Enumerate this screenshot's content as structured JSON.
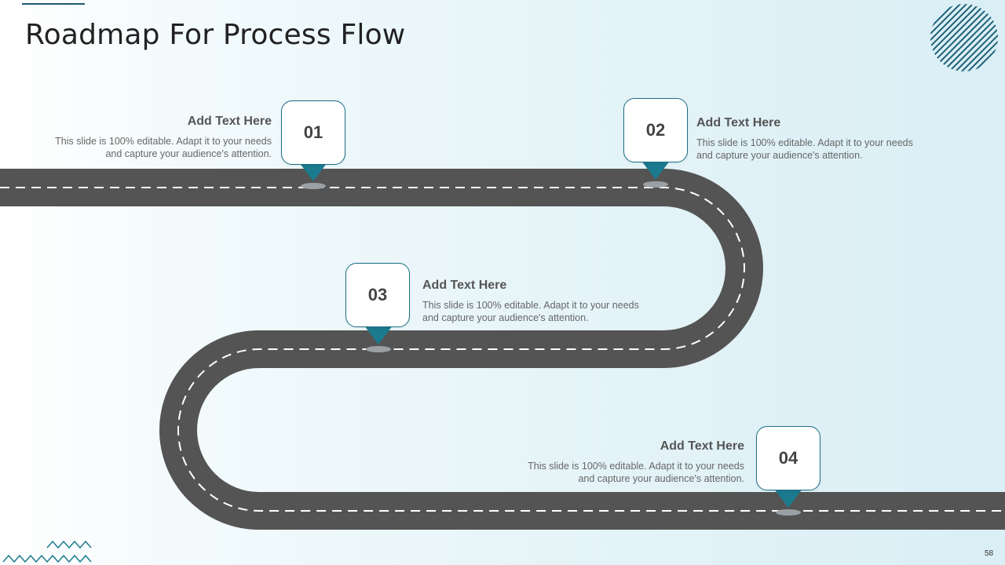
{
  "slide": {
    "title": "Roadmap For Process Flow",
    "page_number": "58"
  },
  "colors": {
    "road": "#545454",
    "accent": "#1b7a8e",
    "lane_marking": "#ffffff"
  },
  "milestones": [
    {
      "number": "01",
      "heading": "Add Text Here",
      "description": "This slide is 100% editable. Adapt it to your needs and capture your audience's attention."
    },
    {
      "number": "02",
      "heading": "Add Text Here",
      "description": "This slide is 100% editable. Adapt it to your needs and capture your audience's attention."
    },
    {
      "number": "03",
      "heading": "Add Text Here",
      "description": "This slide is 100% editable. Adapt it to your needs and capture your audience's attention."
    },
    {
      "number": "04",
      "heading": "Add Text Here",
      "description": "This slide is 100% editable. Adapt it to your needs and capture your audience's attention."
    }
  ]
}
